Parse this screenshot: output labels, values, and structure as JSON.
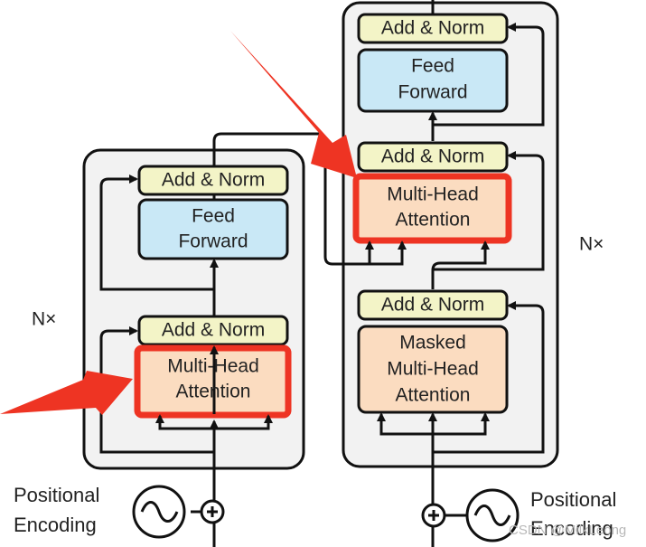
{
  "encoder": {
    "add_norm_top": "Add & Norm",
    "feed_forward": [
      "Feed",
      "Forward"
    ],
    "add_norm_bottom": "Add & Norm",
    "attention": [
      "Multi-Head",
      "Attention"
    ],
    "nx": "N×",
    "positional_encoding": [
      "Positional",
      "Encoding"
    ]
  },
  "decoder": {
    "add_norm_top": "Add & Norm",
    "feed_forward": [
      "Feed",
      "Forward"
    ],
    "add_norm_middle": "Add & Norm",
    "cross_attention": [
      "Multi-Head",
      "Attention"
    ],
    "add_norm_bottom": "Add & Norm",
    "masked_attention": [
      "Masked",
      "Multi-Head",
      "Attention"
    ],
    "nx": "N×",
    "positional_encoding": [
      "Positional",
      "Encoding"
    ]
  },
  "watermark": "CSDN @MilkLeong",
  "colors": {
    "add_norm_fill": "#f3f4c7",
    "feed_forward_fill": "#c9e8f6",
    "attention_fill": "#fbdcc0",
    "stack_fill": "#f2f2f2",
    "highlight_red": "#ee3423"
  }
}
